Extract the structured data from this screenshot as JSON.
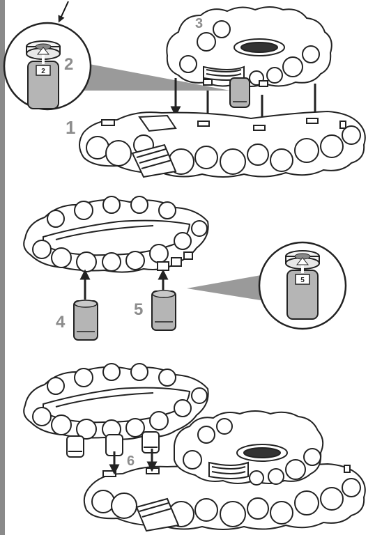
{
  "steps": {
    "s1": "1",
    "s2": "2",
    "s3": "3",
    "s4": "4",
    "s5": "5",
    "s6": "6"
  },
  "part_labels": {
    "peg_2": "2",
    "peg_5": "5"
  },
  "colors": {
    "border": "#8a8a8a",
    "callout_gray": "#9a9a9a",
    "step_number": "#8c8c8c",
    "line": "#222222",
    "peg_fill": "#b5b5b5"
  }
}
